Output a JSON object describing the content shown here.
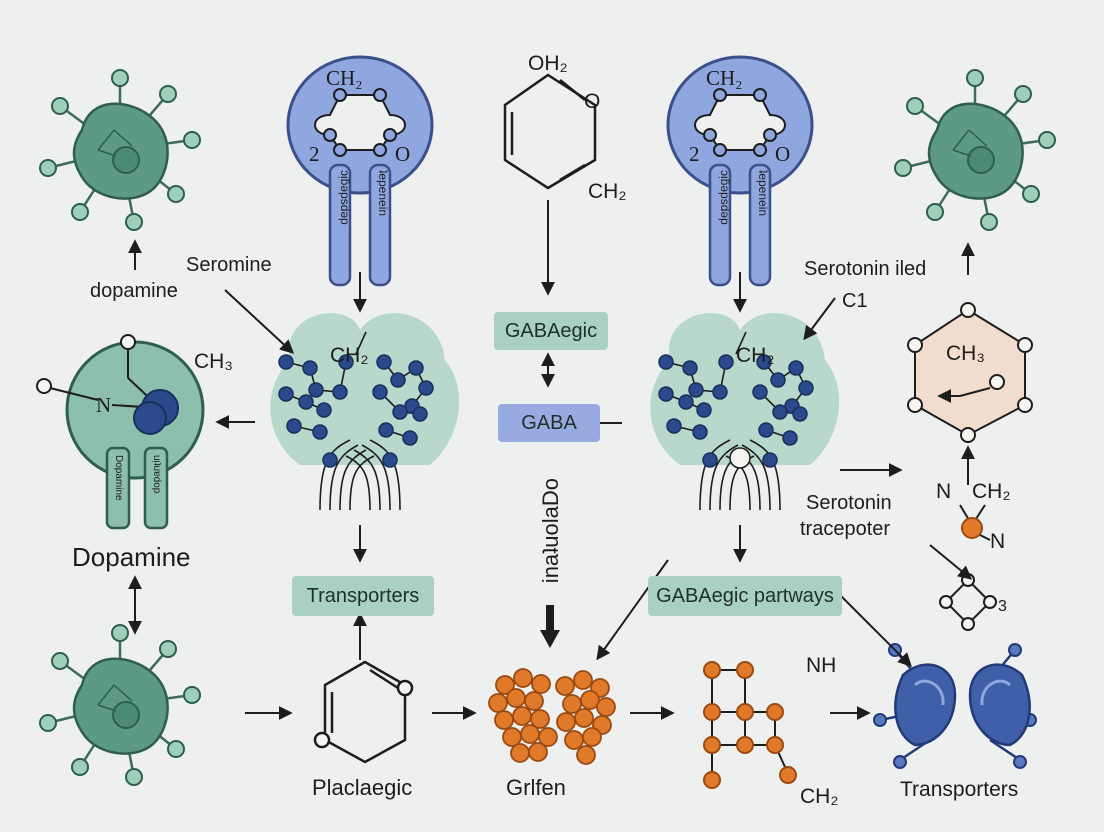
{
  "colors": {
    "background": "#eef0ef",
    "neuron": "#5c9a84",
    "neuron_node": "#9ecfbb",
    "receptor_blue": "#8fa6df",
    "vesicle_green": "#b8d8cc",
    "dot_blue": "#2a4a8c",
    "orange": "#e07a2a",
    "box_green": "#a9d1c2",
    "box_blue": "#98abe0",
    "hexagon_fill": "#f2dccd"
  },
  "labels": {
    "dopamine_small": "dopamine",
    "seromine": "Seromine",
    "dopamine_big": "Dopamine",
    "serotonin_iled": "Serotonin iled",
    "c1": "C1",
    "serotonin_tracepoter_1": "Serotonin",
    "serotonin_tracepoter_2": "tracepoter",
    "placlaegic": "Placlaegic",
    "grlfen": "Grlfen",
    "transporters_bottom": "Transporters",
    "vertical_text": "inaʇuolaDo"
  },
  "boxes": {
    "gabaegic": "GABAegic",
    "gaba": "GABA",
    "transporters": "Transporters",
    "gabaegic_partways": "GABAegic partways"
  },
  "chem": {
    "oh2": "OH₂",
    "ch2_top_mid": "CH₂",
    "ch2_receptor_left": "CH₂",
    "ch2_receptor_right": "CH₂",
    "ch3_left": "CH₃",
    "ch2_vesicle_left": "CH₂",
    "ch2_vesicle_right": "CH₂",
    "ch3_hex": "CH₃",
    "n_ch2_n": "N",
    "n_ch2_ch": "CH₂",
    "n_ch2_n2": "N",
    "n_left": "N",
    "nh": "NH",
    "ch2_bottom": "CH₂",
    "sub3": "3",
    "o_letter": "O",
    "two_o": "2",
    "c_o": "O",
    "receptor_left_a": "ɔᴉƃəpsdǝp",
    "receptor_left_b": "ʇepenein",
    "receptor_right_a": "ɔᴉƃəpsdǝp",
    "receptor_right_b": "ʇepenein",
    "dop_receptor_a": "Dopamine",
    "dop_receptor_b": "uᴉʇuɐdop"
  }
}
